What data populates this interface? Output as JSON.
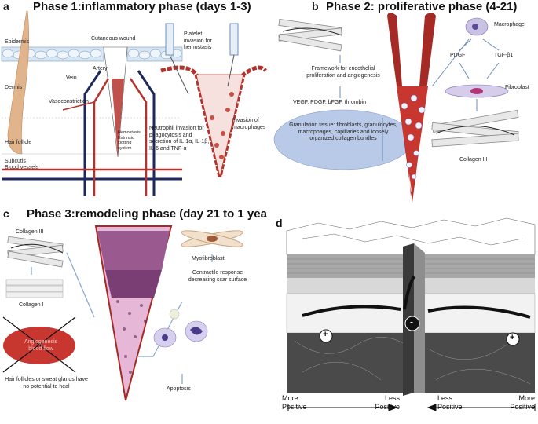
{
  "panel_a": {
    "tag": "a",
    "title": "Phase 1:inflammatory phase (days 1-3)",
    "labels": {
      "epidermis": "Epidermis",
      "cutaneous_wound": "Cutaneous wound",
      "dermis": "Dermis",
      "vein": "Vein",
      "artery": "Artery",
      "vasoconstriction": "Vasoconstriction",
      "hair_follicle": "Hair follicle",
      "subcutis": "Subcutis",
      "blood_vessels": "Blood vessels",
      "hemostasis": "Hemostasis Extrinsic clotting system",
      "neutrophil": "Neutrophil invasion for phagocytosis and secretion of IL-1α, IL-1β, IL-6 and TNF-α",
      "platelet": "Platelet invasion for hemostasis",
      "macrophages": "Invasion of macrophages"
    }
  },
  "panel_b": {
    "tag": "b",
    "title": "Phase 2: proliferative phase (4-21)",
    "labels": {
      "framework": "Framework for endothelial proliferation and angiogenesis",
      "factors": "VEGF, PDGF, bFGF, thrombin",
      "granulation": "Granulation tissue: fibroblasts, granulocytes, macrophages, capillaries and loosely organized collagen bundles",
      "macrophage": "Macrophage",
      "pdgf": "PDGF",
      "tgf": "TGF-β1",
      "fibroblast": "Fibroblast",
      "collagen3": "Collagen III"
    }
  },
  "panel_c": {
    "tag": "c",
    "title": "Phase 3:remodeling phase (day 21 to 1 year)",
    "labels": {
      "collagen3": "Collagen III",
      "collagen1": "Collagen I",
      "angiogenesis": "Angiogenesis blood flow",
      "hair_note": "Hair follicles or sweat glands have no potential to heal",
      "myofibroblast": "Myofibroblast",
      "contractile": "Contractile response decreasing scar surface",
      "apoptosis": "Apoptosis"
    }
  },
  "panel_d": {
    "tag": "d",
    "labels": {
      "more_positive_left": "More Positive",
      "less_positive_left": "Less Positive",
      "less_positive_right": "Less Positive",
      "more_positive_right": "More Positive"
    },
    "signs": {
      "left": "+",
      "center": "-",
      "right": "+"
    }
  },
  "colors": {
    "blood_red": "#b5312c",
    "vessel_navy": "#1f2a5c",
    "skin_blue": "#c9dced",
    "hair_tan": "#e2b48c",
    "granulation_blue": "#b9c9e8",
    "angio_red": "#c8372f",
    "tissue_purple": "#9b5a8f"
  }
}
